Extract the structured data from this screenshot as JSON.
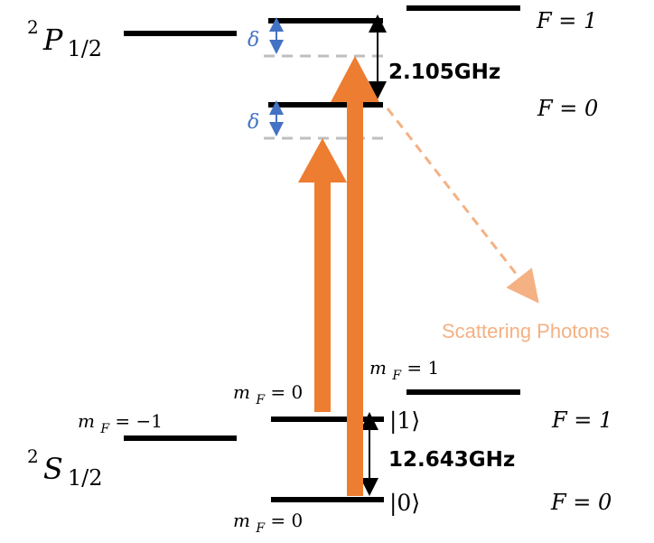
{
  "colors": {
    "level": "#000000",
    "laser": "#ED7D31",
    "scatter": "#F4B183",
    "dashed_level": "#BFBFBF",
    "detuning": "#4472C4",
    "text": "#000000"
  },
  "p_state": {
    "label_sup": "2",
    "label_main": "P",
    "label_sub": "1/2",
    "f1_label": "F = 1",
    "f0_label": "F = 0",
    "splitting_label": "2.105GHz",
    "detuning_label_top": "δ",
    "detuning_label_bottom": "δ"
  },
  "s_state": {
    "label_sup": "2",
    "label_main": "S",
    "label_sub": "1/2",
    "f1_label": "F = 1",
    "f0_label": "F = 0",
    "splitting_label": "12.643GHz",
    "ket1_label": "|1⟩",
    "ket0_label": "|0⟩"
  },
  "mf_labels": {
    "minus_one": {
      "prefix": "m",
      "sub": "F",
      "value": " = −1"
    },
    "zero_upper": {
      "prefix": "m",
      "sub": "F",
      "value": " = 0"
    },
    "plus_one": {
      "prefix": "m",
      "sub": "F",
      "value": " = 1"
    },
    "zero_lower": {
      "prefix": "m",
      "sub": "F",
      "value": " = 0"
    }
  },
  "scattering_label": "Scattering Photons"
}
